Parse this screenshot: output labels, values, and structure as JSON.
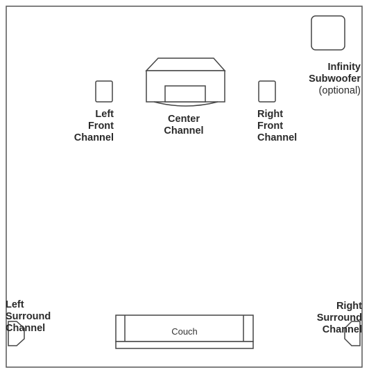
{
  "labels": {
    "left_front": [
      "Left",
      "Front",
      "Channel"
    ],
    "center": [
      "Center",
      "Channel"
    ],
    "right_front": [
      "Right",
      "Front",
      "Channel"
    ],
    "subwoofer": [
      "Infinity",
      "Subwoofer",
      "(optional)"
    ],
    "left_surround": [
      "Left",
      "Surround",
      "Channel"
    ],
    "right_surround": [
      "Right",
      "Surround",
      "Channel"
    ],
    "couch": "Couch"
  },
  "colors": {
    "stroke": "#444444",
    "text": "#2a2a2a"
  }
}
